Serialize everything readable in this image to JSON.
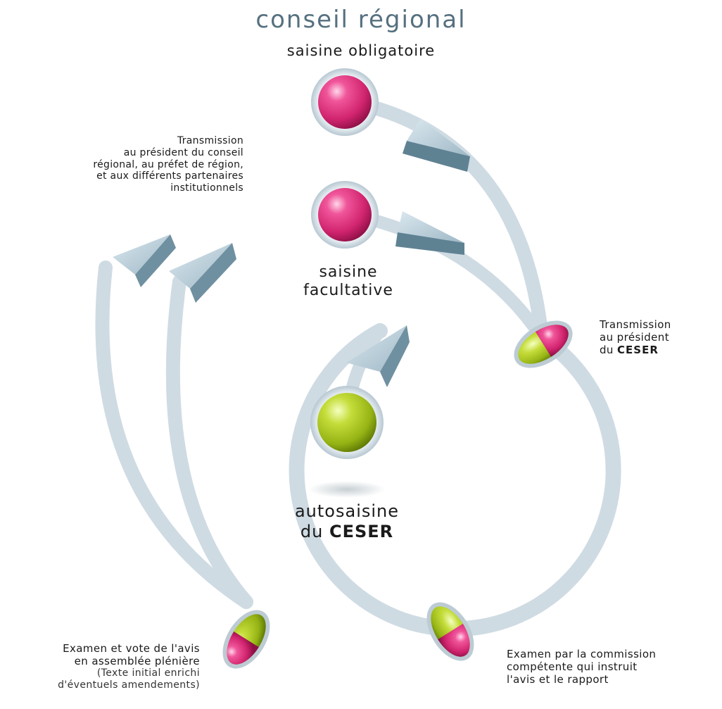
{
  "title": "conseil régional",
  "subtitle": "saisine obligatoire",
  "colors": {
    "magenta": "#d1246f",
    "lime": "#a8c51a",
    "track": "#cfdbe3",
    "arrow": "#5f8293",
    "title": "#557080",
    "text": "#1a1a1a"
  },
  "labels": {
    "transmission_conseil": {
      "lines": [
        "Transmission",
        "au président du conseil",
        "régional, au préfet de région,",
        "et aux différents partenaires",
        "institutionnels"
      ]
    },
    "saisine_facultative": {
      "line1": "saisine",
      "line2": "facultative"
    },
    "transmission_ceser": {
      "line1": "Transmission",
      "line2": "au président",
      "line3_prefix": "du",
      "line3_strong": "CESER"
    },
    "autosaisine": {
      "line1": "autosaisine",
      "line2_prefix": "du",
      "line2_strong": "CESER"
    },
    "examen_vote": {
      "line1": "Examen et vote de l'avis",
      "line2": "en assemblée plénière",
      "line3": "(Texte initial enrichi",
      "line4": "d'éventuels amendements)"
    },
    "examen_commission": {
      "line1": "Examen par la commission",
      "line2": "compétente qui instruit",
      "line3": "l'avis et le rapport"
    }
  }
}
